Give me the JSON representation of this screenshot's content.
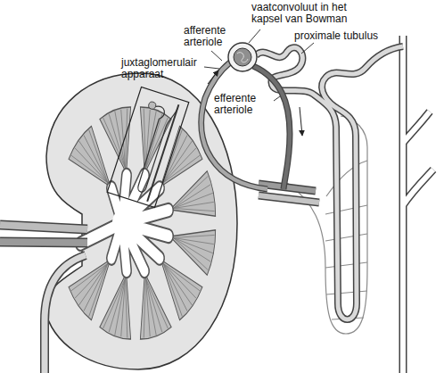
{
  "diagram": {
    "labels": [
      "vaatconvoluut in het kapsel van Bowman",
      "afferente arteriole",
      "proximale tubulus",
      "juxtaglomerulair apparaat",
      "efferente arteriole"
    ]
  }
}
